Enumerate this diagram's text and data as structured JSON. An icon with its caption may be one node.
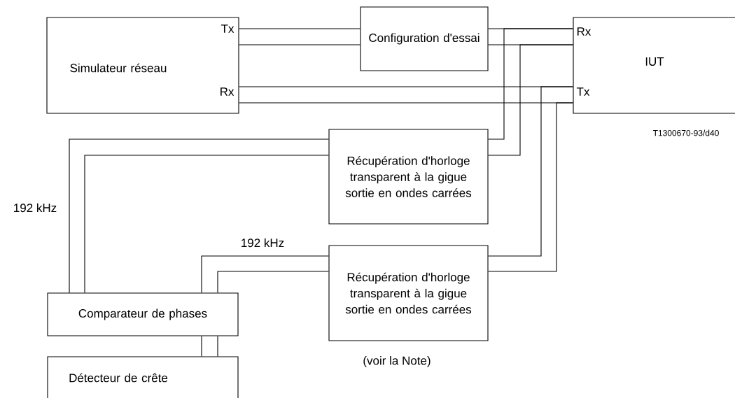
{
  "diagram": {
    "nodes": [
      {
        "text": [
          "Simulateur réseau",
          "Tx",
          "Rx"
        ]
      },
      {
        "text": [
          "Configuration d'essai"
        ]
      },
      {
        "text": [
          "IUT",
          "Rx",
          "Tx"
        ]
      },
      {
        "text": [
          "Récupération d'horloge transparent à la gigue sortie en ondes carrées"
        ]
      },
      {
        "text": [
          "Récupération d'horloge transparent à la gigue sortie en ondes carrées"
        ],
        "beside": [
          "(voir la Note)"
        ]
      },
      {
        "text": [
          "Comparateur de phases"
        ]
      },
      {
        "text": [
          "Détecteur de crête"
        ]
      }
    ],
    "edges": [
      {
        "from": 0,
        "to": 1,
        "arrow": "none"
      },
      {
        "from": 0,
        "to": 1,
        "arrow": "none"
      },
      {
        "from": 1,
        "to": 2,
        "arrow": "none"
      },
      {
        "from": 1,
        "to": 2,
        "arrow": "none"
      },
      {
        "from": 0,
        "to": 2,
        "arrow": "none"
      },
      {
        "from": 0,
        "to": 2,
        "arrow": "none"
      },
      {
        "from": 3,
        "to": 2,
        "arrow": "none"
      },
      {
        "from": 3,
        "to": 2,
        "arrow": "none"
      },
      {
        "from": 4,
        "to": 2,
        "arrow": "none"
      },
      {
        "from": 4,
        "to": 2,
        "arrow": "none"
      },
      {
        "from": 3,
        "to": 5,
        "arrow": "none",
        "label": "192 kHz"
      },
      {
        "from": 3,
        "to": 5,
        "arrow": "none"
      },
      {
        "from": 4,
        "to": 5,
        "arrow": "none",
        "label": "192 kHz"
      },
      {
        "from": 4,
        "to": 5,
        "arrow": "none"
      },
      {
        "from": 5,
        "to": 6,
        "arrow": "none"
      },
      {
        "from": 5,
        "to": 6,
        "arrow": "none"
      }
    ],
    "labels": [
      "T1300670-93/d40"
    ]
  }
}
